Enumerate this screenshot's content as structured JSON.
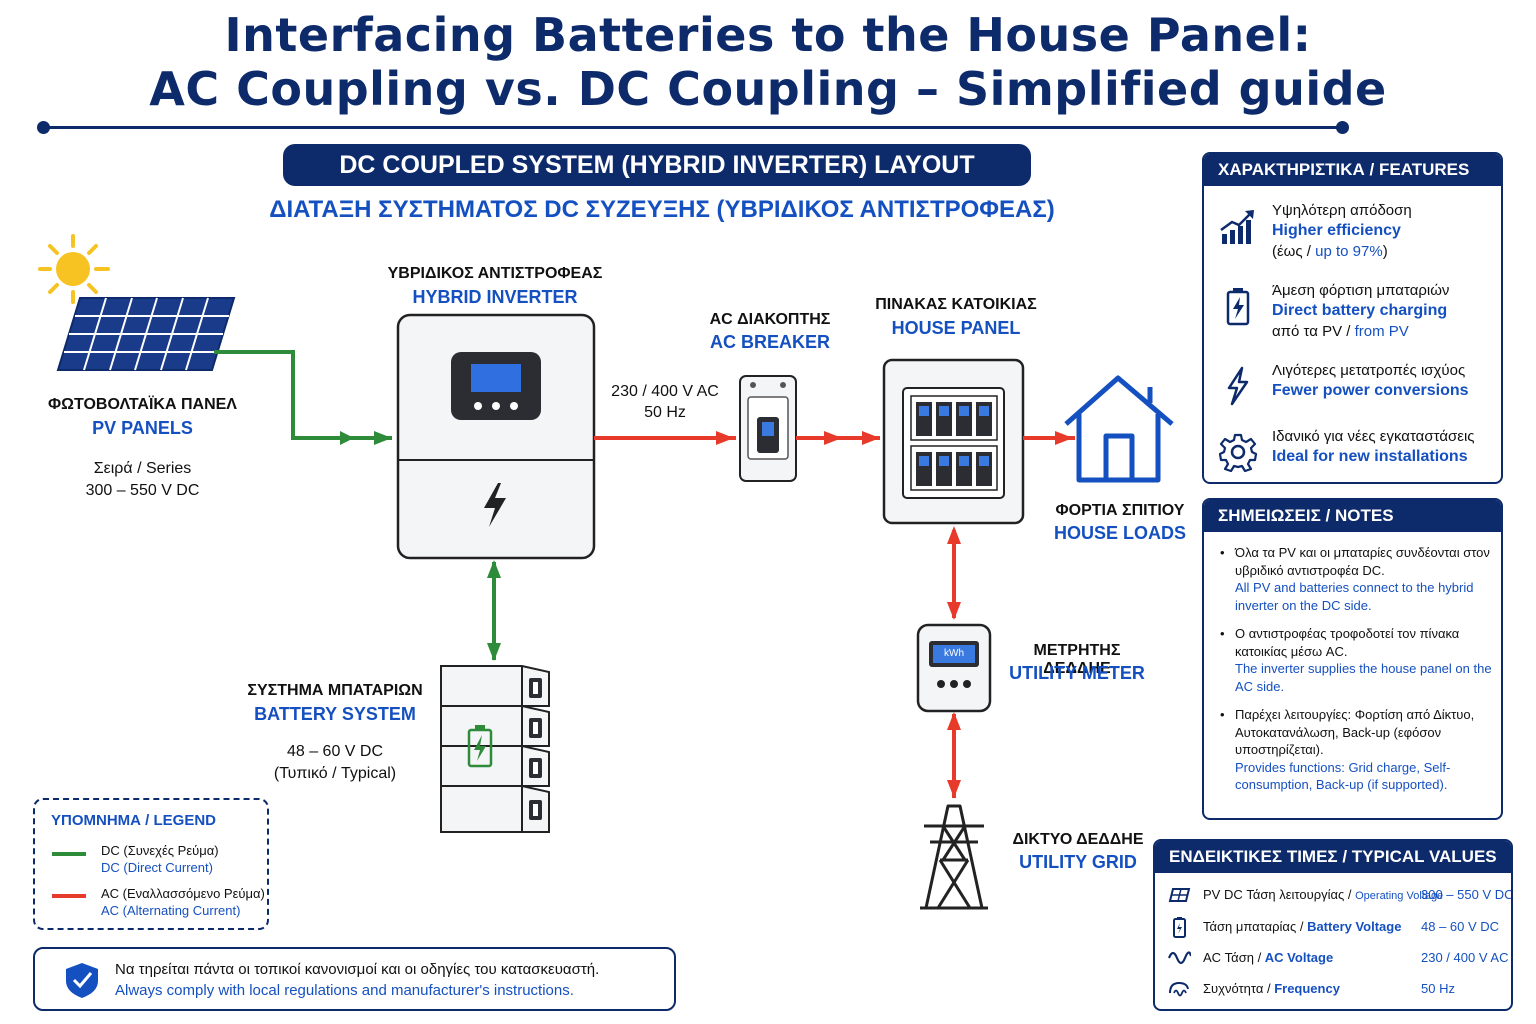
{
  "title": {
    "line1": "Interfacing Batteries to the House Panel:",
    "line2": "AC Coupling vs. DC Coupling – Simplified guide"
  },
  "layout_banner": {
    "en": "DC COUPLED SYSTEM (HYBRID INVERTER) LAYOUT",
    "gr": "ΔΙΑΤΑΞΗ ΣΥΣΤΗΜΑΤΟΣ DC ΣΥΖΕΥΞΗΣ (ΥΒΡΙΔΙΚΟΣ ΑΝΤΙΣΤΡΟΦΕΑΣ)"
  },
  "components": {
    "pv": {
      "gr": "ΦΩΤΟΒΟΛΤΑΪΚΑ ΠΑΝΕΛ",
      "en": "PV PANELS",
      "line1": "Σειρά / Series",
      "line2": "300 – 550 V DC"
    },
    "inverter": {
      "gr": "ΥΒΡΙΔΙΚΟΣ ΑΝΤΙΣΤΡΟΦΕΑΣ",
      "en": "HYBRID INVERTER"
    },
    "ac_link": {
      "line1": "230 / 400 V AC",
      "line2": "50 Hz"
    },
    "breaker": {
      "gr": "AC ΔΙΑΚΟΠΤΗΣ",
      "en": "AC BREAKER"
    },
    "panel": {
      "gr": "ΠΙΝΑΚΑΣ ΚΑΤΟΙΚΙΑΣ",
      "en": "HOUSE PANEL"
    },
    "loads": {
      "gr": "ΦΟΡΤΙΑ ΣΠΙΤΙΟΥ",
      "en": "HOUSE LOADS"
    },
    "meter": {
      "gr": "ΜΕΤΡΗΤΗΣ ΔΕΔΔΗΕ",
      "en": "UTILITY METER",
      "display": "kWh"
    },
    "grid": {
      "gr": "ΔΙΚΤΥΟ ΔΕΔΔΗΕ",
      "en": "UTILITY GRID"
    },
    "battery": {
      "gr": "ΣΥΣΤΗΜΑ ΜΠΑΤΑΡΙΩΝ",
      "en": "BATTERY SYSTEM",
      "line1": "48 – 60 V DC",
      "line2": "(Τυπικό / Typical)"
    }
  },
  "legend": {
    "title": "ΥΠΟΜΝΗΜΑ / LEGEND",
    "dc_gr": "DC (Συνεχές Ρεύμα)",
    "dc_en": "DC (Direct Current)",
    "ac_gr": "AC (Εναλλασσόμενο Ρεύμα)",
    "ac_en": "AC (Alternating Current)",
    "dc_color": "#2e8b3a",
    "ac_color": "#e83a2a"
  },
  "footer": {
    "gr": "Να τηρείται πάντα οι τοπικοί κανονισμοί και οι οδηγίες του κατασκευαστή.",
    "en": "Always comply with local regulations and manufacturer's instructions."
  },
  "features": {
    "title": "ΧΑΡΑΚΤΗΡΙΣΤΙΚΑ / FEATURES",
    "items": [
      {
        "icon": "chart-up-icon",
        "gr": "Υψηλότερη απόδοση",
        "en": "Higher efficiency",
        "extra_gr": "(έως / ",
        "extra_en": "up to 97%",
        "extra_end": ")"
      },
      {
        "icon": "battery-charge-icon",
        "gr": "Άμεση φόρτιση μπαταριών",
        "en": "Direct battery charging",
        "extra_gr": "από τα PV / ",
        "extra_en": "from PV",
        "extra_end": ""
      },
      {
        "icon": "lightning-icon",
        "gr": "Λιγότερες μετατροπές ισχύος",
        "en": "Fewer power conversions",
        "extra_gr": "",
        "extra_en": "",
        "extra_end": ""
      },
      {
        "icon": "gear-icon",
        "gr": "Ιδανικό για νέες εγκαταστάσεις",
        "en": "Ideal for new installations",
        "extra_gr": "",
        "extra_en": "",
        "extra_end": ""
      }
    ]
  },
  "notes": {
    "title": "ΣΗΜΕΙΩΣΕΙΣ / NOTES",
    "items": [
      {
        "gr": "Όλα τα PV και οι μπαταρίες συνδέονται στον υβριδικό αντιστροφέα DC.",
        "en": "All PV and batteries connect to the hybrid inverter on the DC side."
      },
      {
        "gr": "Ο αντιστροφέας τροφοδοτεί τον πίνακα κατοικίας μέσω AC.",
        "en": "The inverter supplies the house panel on the AC side."
      },
      {
        "gr": "Παρέχει λειτουργίες: Φορτίση από Δίκτυο, Αυτοκατανάλωση, Back-up (εφόσον υποστηρίζεται).",
        "en": "Provides functions: Grid charge, Self-consumption, Back-up (if supported)."
      }
    ]
  },
  "typical_values": {
    "title": "ΕΝΔΕΙΚΤΙΚΕΣ ΤΙΜΕΣ / TYPICAL VALUES",
    "rows": [
      {
        "icon": "solar-panel-icon",
        "gr": "PV DC Τάση λειτουργίας / ",
        "en": "Operating Voltage",
        "value": "300 – 550 V DC"
      },
      {
        "icon": "battery-icon",
        "gr": "Τάση μπαταρίας / ",
        "en": "Battery Voltage",
        "value": "48 – 60 V DC"
      },
      {
        "icon": "sine-wave-icon",
        "gr": "AC Τάση / ",
        "en": "AC Voltage",
        "value": "230 / 400 V AC"
      },
      {
        "icon": "frequency-icon",
        "gr": "Συχνότητα / ",
        "en": "Frequency",
        "value": "50 Hz"
      }
    ]
  }
}
